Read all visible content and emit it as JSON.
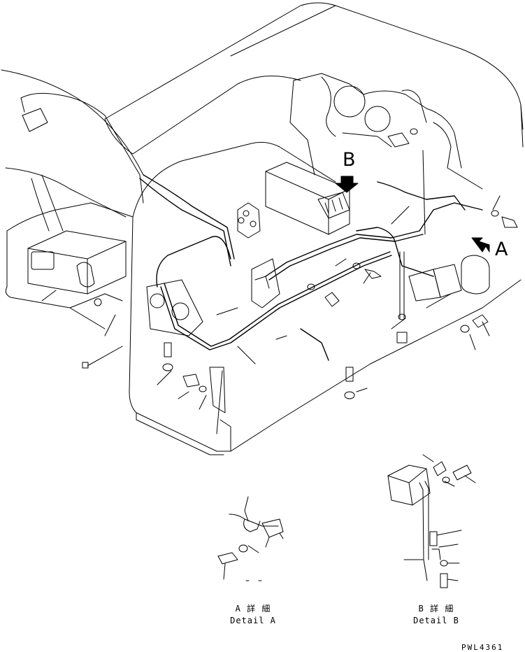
{
  "callouts": {
    "a": "A",
    "b": "B"
  },
  "details": {
    "a": {
      "jp": "A 詳 細",
      "en": "Detail A"
    },
    "b": {
      "jp": "B 詳 細",
      "en": "Detail B"
    }
  },
  "drawing_code": "PWL4361"
}
